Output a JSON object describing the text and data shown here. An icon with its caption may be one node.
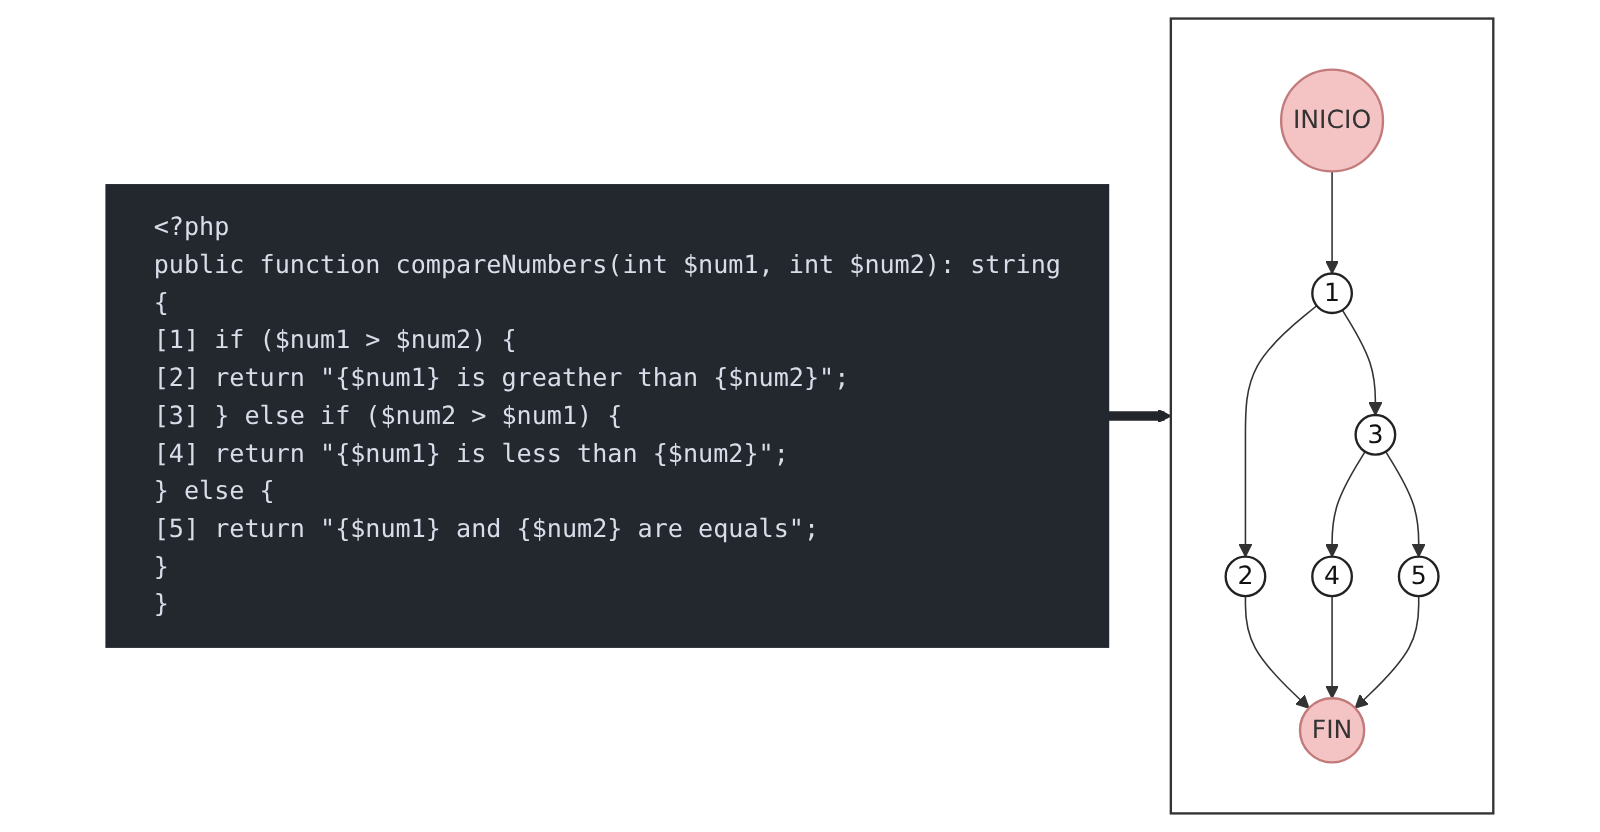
{
  "diagram": {
    "nodes": [
      {
        "text": [
          "<?php",
          "public function compareNumbers(int $num1, int $num2): string",
          "{",
          "[1] if ($num1 > $num2) {",
          "[2] return \"{$num1} is greather than {$num2}\";",
          "[3] } else if ($num2 > $num1) {",
          "[4] return \"{$num1} is less than {$num2}\";",
          "} else {",
          "[5] return \"{$num1} and {$num2} are equals\";",
          "}",
          "}"
        ]
      },
      {
        "text": [],
        "shape": "box"
      },
      {
        "text": [
          "INICIO"
        ],
        "in": 1
      },
      {
        "text": [
          "1"
        ],
        "in": 1
      },
      {
        "text": [
          "2"
        ],
        "in": 1
      },
      {
        "text": [
          "3"
        ],
        "in": 1
      },
      {
        "text": [
          "4"
        ],
        "in": 1
      },
      {
        "text": [
          "5"
        ],
        "in": 1
      },
      {
        "text": [
          "FIN"
        ],
        "in": 1
      }
    ],
    "edges": [
      {
        "from": 0,
        "to": 1,
        "arrow": "to",
        "style": "thick"
      },
      {
        "from": 2,
        "to": 3,
        "arrow": "to"
      },
      {
        "from": 3,
        "to": 4,
        "arrow": "to"
      },
      {
        "from": 3,
        "to": 5,
        "arrow": "to"
      },
      {
        "from": 4,
        "to": 8,
        "arrow": "to"
      },
      {
        "from": 5,
        "to": 6,
        "arrow": "to"
      },
      {
        "from": 5,
        "to": 7,
        "arrow": "to"
      },
      {
        "from": 6,
        "to": 8,
        "arrow": "to"
      },
      {
        "from": 7,
        "to": 8,
        "arrow": "to"
      }
    ]
  }
}
